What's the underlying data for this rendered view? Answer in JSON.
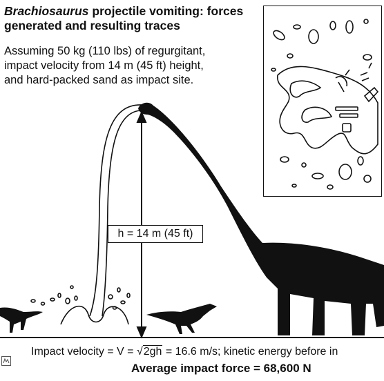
{
  "title": {
    "italic_part": "Brachiosaurus",
    "line1_rest": " projectile vomiting: forces",
    "line2": "generated and resulting traces"
  },
  "assumptions": [
    "Assuming 50 kg (110 lbs) of regurgitant,",
    "impact velocity from 14 m (45 ft) height,",
    "and hard-packed sand as impact site."
  ],
  "height_label": "h = 14 m (45 ft)",
  "formula": {
    "prefix": "Impact velocity = V = ",
    "radical_sign": "√",
    "radicand": "2gh",
    "suffix": " = 16.6 m/s; kinetic energy before in"
  },
  "result": "Average impact force = 68,600 N",
  "icons": {
    "sauropod": "brachiosaurus-silhouette",
    "theropods": "small-theropod-silhouette",
    "vomit": "vomit-arc-stream",
    "trace": "splatter-trace-map",
    "corner": "corner-logo-icon"
  },
  "colors": {
    "ink": "#111111",
    "paper": "#ffffff"
  }
}
